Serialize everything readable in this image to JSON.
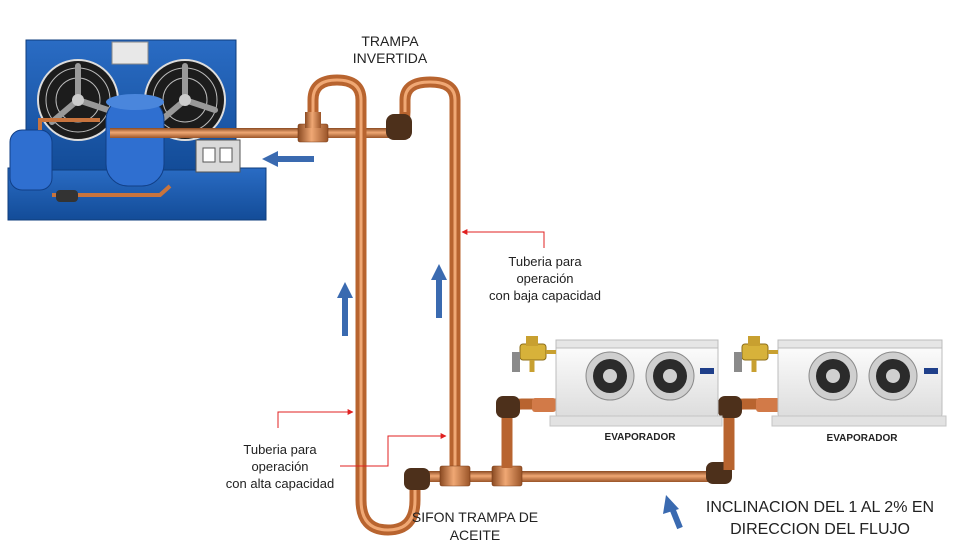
{
  "labels": {
    "inverted_trap": [
      "TRAMPA",
      "INVERTIDA"
    ],
    "low_capacity_pipe": [
      "Tuberia para",
      "operación",
      "con baja capacidad"
    ],
    "high_capacity_pipe": [
      "Tuberia para",
      "operación",
      "con alta capacidad"
    ],
    "oil_trap_siphon": [
      "SIFON TRAMPA DE",
      "ACEITE"
    ],
    "evaporator_1": "EVAPORADOR",
    "evaporator_2": "EVAPORADOR",
    "slope_note": [
      "INCLINACION DEL 1 AL 2% EN",
      "DIRECCION DEL FLUJO"
    ]
  },
  "colors": {
    "copper": "#c8743e",
    "copper_light": "#e9a06a",
    "fitting_dark": "#5b3a22",
    "flow_arrow": "#3a6ab0",
    "pointer": "#e02020",
    "compressor_frame": "#1f5fb4",
    "evaporator_body": "#f3f3f3"
  },
  "icons": [
    "fan-icon",
    "flow-arrow-icon",
    "expansion-valve-icon"
  ]
}
